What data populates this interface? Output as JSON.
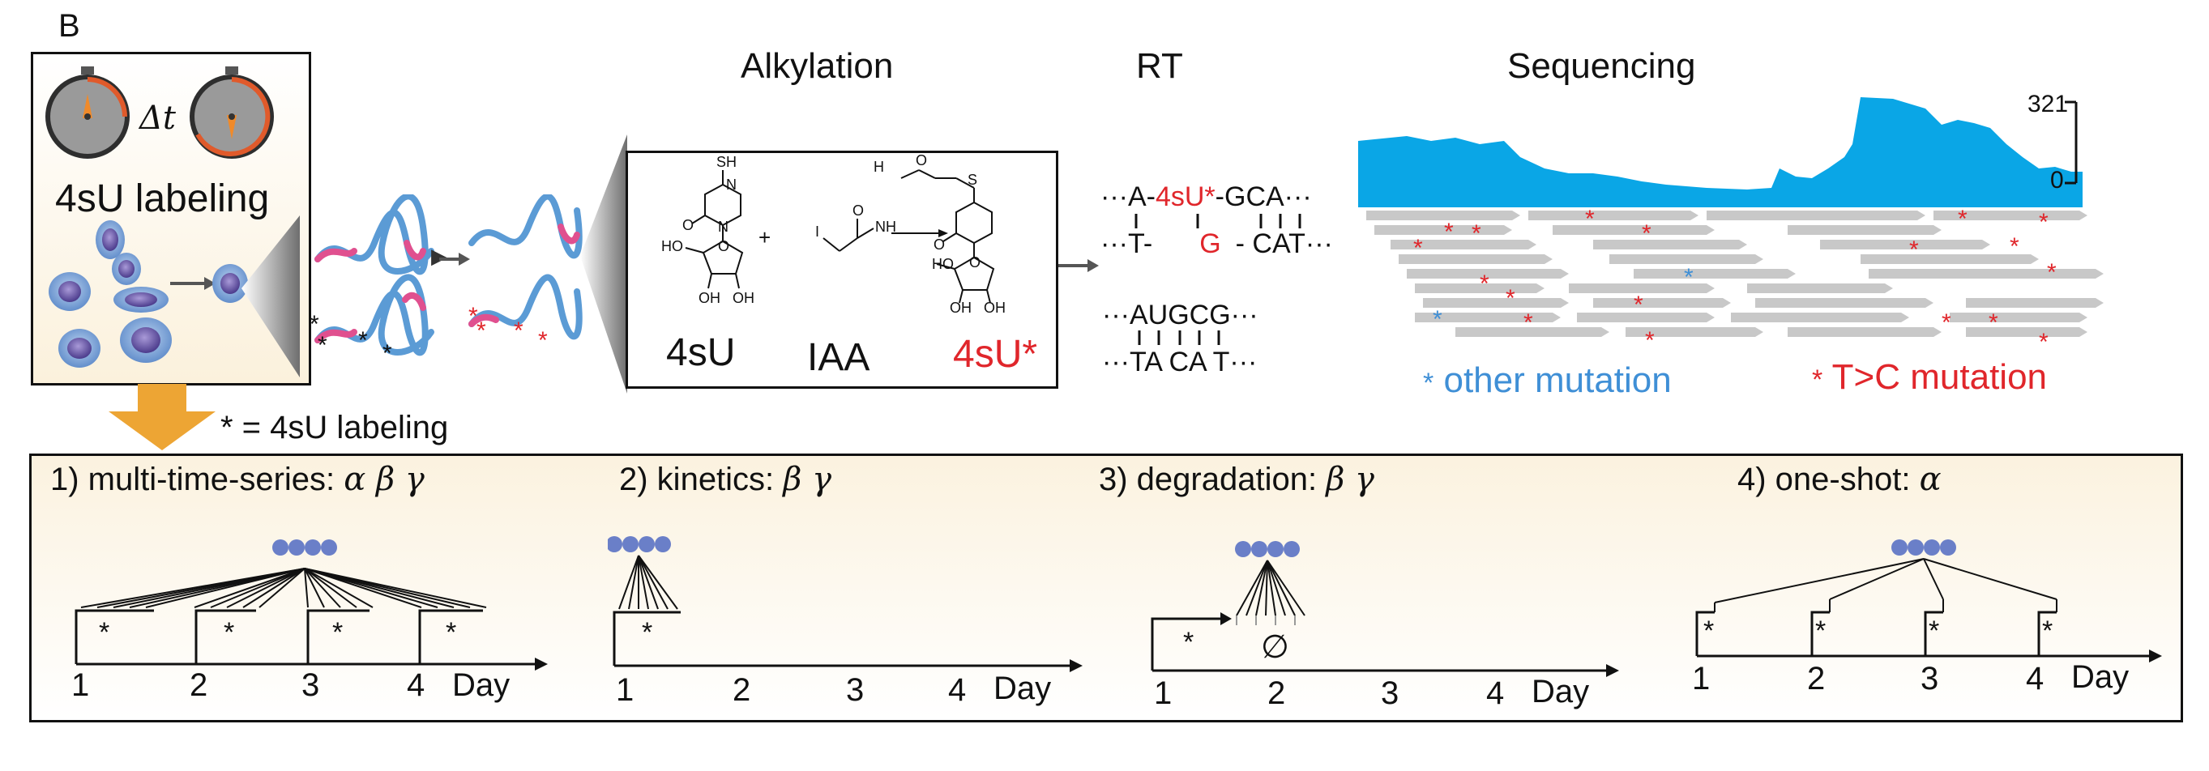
{
  "panel_label": "B",
  "labeling": {
    "delta_t": "Δt",
    "title": "4sU labeling",
    "footnote": "* = 4sU labeling"
  },
  "steps": {
    "alkylation": "Alkylation",
    "rt": "RT",
    "sequencing": "Sequencing"
  },
  "chemistry": {
    "reactant1": "4sU",
    "reagent": "IAA",
    "product": "4sU*",
    "plus": "+",
    "atoms": {
      "sh": "SH",
      "n": "N",
      "o": "O",
      "ho": "HO",
      "oh": "OH",
      "i": "I",
      "nh2": "NH",
      "h2n": "H",
      "s": "S"
    }
  },
  "rt": {
    "top_strand_prefix": "···A-",
    "top_strand_mod": "4sU*",
    "top_strand_suffix": "-GCA···",
    "bottom_strand_prefix": "···T-",
    "bottom_strand_mod": "G",
    "bottom_strand_suffix": "- CAT···",
    "pair_top": "···AUGCG···",
    "pair_bottom": "···TA CA T···"
  },
  "sequencing": {
    "scale_max": "321",
    "scale_min": "0",
    "legend_other": "other mutation",
    "legend_tc": "T>C mutation",
    "colors": {
      "coverage": "#0aa6e6",
      "read": "#c8c8c8",
      "tc": "#e0262b",
      "other": "#3f8fd6"
    }
  },
  "designs": [
    {
      "title": "1) multi-time-series:",
      "params": "α  β  γ",
      "ticks": [
        "1",
        "2",
        "3",
        "4"
      ],
      "axis_unit": "Day"
    },
    {
      "title": "2) kinetics:",
      "params": "β  γ",
      "ticks": [
        "1",
        "2",
        "3",
        "4"
      ],
      "axis_unit": "Day"
    },
    {
      "title": "3) degradation:",
      "params": "β  γ",
      "ticks": [
        "1",
        "2",
        "3",
        "4"
      ],
      "axis_unit": "Day",
      "empty_set": "∅"
    },
    {
      "title": "4) one-shot:",
      "params": "α",
      "ticks": [
        "1",
        "2",
        "3",
        "4"
      ],
      "axis_unit": "Day"
    }
  ],
  "star": "*"
}
